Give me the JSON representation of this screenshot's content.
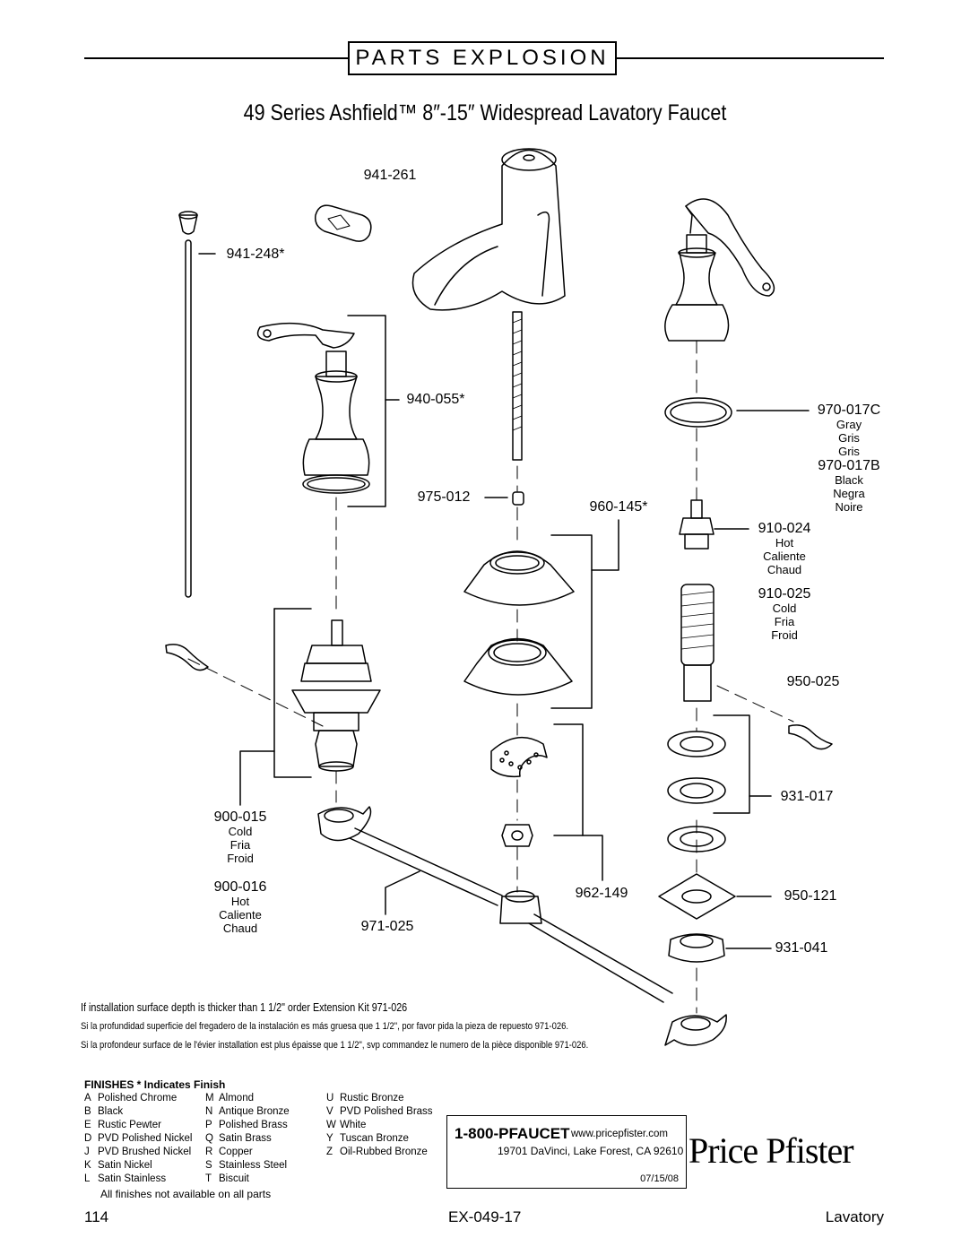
{
  "header": {
    "label": "PARTS EXPLOSION"
  },
  "title": "49 Series Ashfield™  8″-15″ Widespread Lavatory Faucet",
  "parts": [
    {
      "id": "941-261",
      "lines": []
    },
    {
      "id": "941-248*",
      "lines": []
    },
    {
      "id": "940-055*",
      "lines": []
    },
    {
      "id": "975-012",
      "lines": []
    },
    {
      "id": "960-145*",
      "lines": []
    },
    {
      "id": "970-017C",
      "lines": [
        "Gray",
        "Gris",
        "Gris"
      ]
    },
    {
      "id": "970-017B",
      "lines": [
        "Black",
        "Negra",
        "Noire"
      ]
    },
    {
      "id": "910-024",
      "lines": [
        "Hot",
        "Caliente",
        "Chaud"
      ]
    },
    {
      "id": "910-025",
      "lines": [
        "Cold",
        "Fria",
        "Froid"
      ]
    },
    {
      "id": "950-025",
      "lines": []
    },
    {
      "id": "931-017",
      "lines": []
    },
    {
      "id": "950-121",
      "lines": []
    },
    {
      "id": "931-041",
      "lines": []
    },
    {
      "id": "900-015",
      "lines": [
        "Cold",
        "Fria",
        "Froid"
      ]
    },
    {
      "id": "900-016",
      "lines": [
        "Hot",
        "Caliente",
        "Chaud"
      ]
    },
    {
      "id": "971-025",
      "lines": []
    },
    {
      "id": "962-149",
      "lines": []
    }
  ],
  "notes": {
    "en": "If installation surface depth is thicker than 1 1/2\" order Extension Kit 971-026",
    "es": "Si la profundidad superficie del fregadero de la instalación es más gruesa que 1 1/2\", por favor pida la pieza de repuesto 971-026.",
    "fr": "Si la profondeur surface de le l'évier installation est plus épaisse que 1 1/2\", svp commandez le numero de la pièce disponible 971-026."
  },
  "finishes": {
    "heading": "FINISHES * Indicates Finish",
    "col1": [
      {
        "code": "A",
        "name": "Polished Chrome"
      },
      {
        "code": "B",
        "name": "Black"
      },
      {
        "code": "E",
        "name": "Rustic Pewter"
      },
      {
        "code": "D",
        "name": "PVD Polished Nickel"
      },
      {
        "code": "J",
        "name": "PVD Brushed Nickel"
      },
      {
        "code": "K",
        "name": "Satin Nickel"
      },
      {
        "code": "L",
        "name": "Satin Stainless"
      }
    ],
    "col2": [
      {
        "code": "M",
        "name": "Almond"
      },
      {
        "code": "N",
        "name": "Antique Bronze"
      },
      {
        "code": "P",
        "name": "Polished Brass"
      },
      {
        "code": "Q",
        "name": "Satin Brass"
      },
      {
        "code": "R",
        "name": "Copper"
      },
      {
        "code": "S",
        "name": "Stainless Steel"
      },
      {
        "code": "T",
        "name": "Biscuit"
      }
    ],
    "col3": [
      {
        "code": "U",
        "name": "Rustic Bronze"
      },
      {
        "code": "V",
        "name": "PVD Polished Brass"
      },
      {
        "code": "W",
        "name": "White"
      },
      {
        "code": "Y",
        "name": "Tuscan Bronze"
      },
      {
        "code": "Z",
        "name": "Oil-Rubbed Bronze"
      }
    ],
    "footnote": "All finishes not available on all parts"
  },
  "contact": {
    "phone": "1-800-PFAUCET",
    "web": "www.pricepfister.com",
    "address": "19701 DaVinci, Lake Forest, CA  92610",
    "date": "07/15/08"
  },
  "brand": "Price Pfister",
  "footer": {
    "page": "114",
    "code": "EX-049-17",
    "section": "Lavatory"
  }
}
